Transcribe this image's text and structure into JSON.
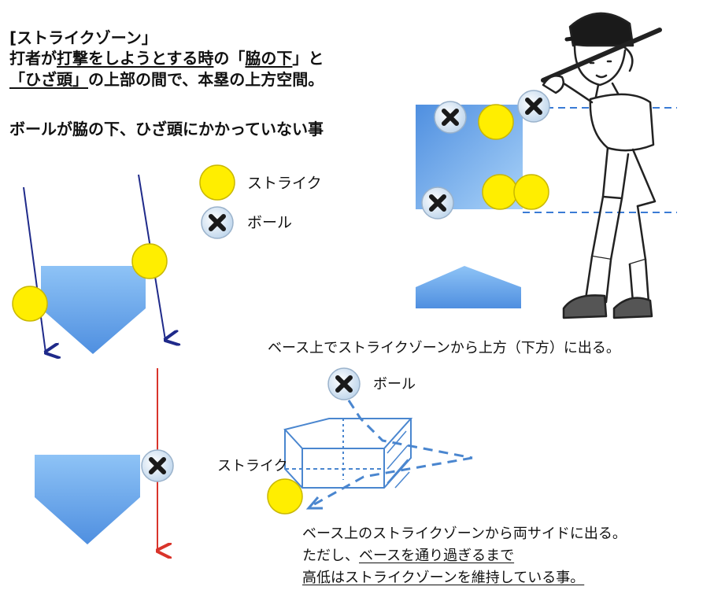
{
  "title": "[ストライクゾーン」",
  "definition": {
    "line1_prefix": "打者が",
    "line1_underlined1": "打撃をしようとする時",
    "line1_mid": "の「",
    "line1_underlined2": "脇の下",
    "line1_suffix": "」と",
    "line2_underlined": "「ひざ頭」",
    "line2_suffix": "の上部の間で、本塁の上方空間。"
  },
  "rule": "ボールが脇の下、ひざ頭にかかっていない事",
  "legend": {
    "strike_label": "ストライク",
    "ball_label": "ボール"
  },
  "case1_caption": "ベース上でストライクゾーンから上方（下方）に出る。",
  "case2": {
    "ball_label": "ボール",
    "strike_label": "ストライク",
    "line1": "ベース上のストライクゾーンから両サイドに出る。",
    "line2_prefix": "ただし、",
    "line2_underlined": "ベースを通り過ぎるまで",
    "line3_underlined_a": "高低",
    "line3_mid": "は",
    "line3_underlined_b": "ストライクゾーンを維持",
    "line3_suffix": "している事。"
  },
  "colors": {
    "zone_blue": "#4f8fe0",
    "zone_blue_light": "#8ec3f6",
    "strike_yellow": "#ffee00",
    "ball_fill": "#d6e6f5",
    "dashed_line": "#3a7bd5",
    "arrow_navy": "#1f2a8a",
    "arrow_red": "#d9342b"
  },
  "icons": [
    "strike-ball-icon",
    "ball-x-icon",
    "batter-figure",
    "home-plate-icon"
  ]
}
